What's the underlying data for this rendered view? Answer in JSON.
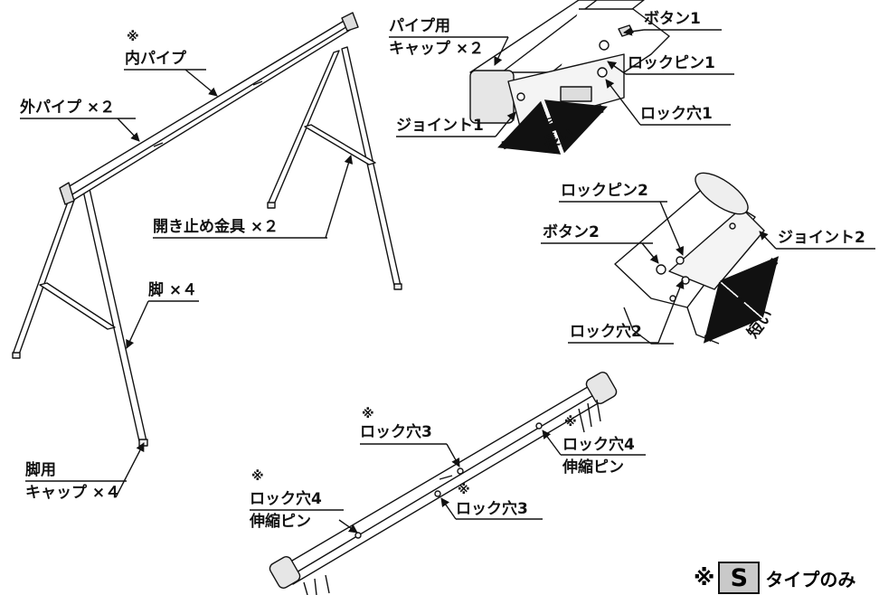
{
  "frame": {
    "labels": {
      "inner_pipe_mark": "※",
      "inner_pipe": "内パイプ",
      "outer_pipe": "外パイプ ×２",
      "bracket": "開き止め金具 ×２",
      "legs": "脚 ×４",
      "foot_cap_line1": "脚用",
      "foot_cap_line2": "キャップ ×４"
    }
  },
  "detail1": {
    "labels": {
      "pipe_cap_line1": "パイプ用",
      "pipe_cap_line2": "キャップ ×２",
      "button": "ボタン1",
      "lock_pin": "ロックピン1",
      "lock_hole": "ロック穴1",
      "joint": "ジョイント1",
      "direction": "長い"
    }
  },
  "detail2": {
    "labels": {
      "lock_pin": "ロックピン2",
      "button": "ボタン2",
      "joint": "ジョイント2",
      "lock_hole": "ロック穴2",
      "direction": "短い"
    }
  },
  "bar": {
    "labels": {
      "mark": "※",
      "lock_hole3_top": "ロック穴3",
      "lock_hole4_right_line1": "ロック穴4",
      "lock_hole4_right_line2": "伸縮ピン",
      "lock_hole4_left_line1": "ロック穴4",
      "lock_hole4_left_line2": "伸縮ピン",
      "lock_hole3_bottom": "ロック穴3"
    }
  },
  "legend": {
    "mark": "※",
    "badge": "S",
    "text": "タイプのみ"
  }
}
